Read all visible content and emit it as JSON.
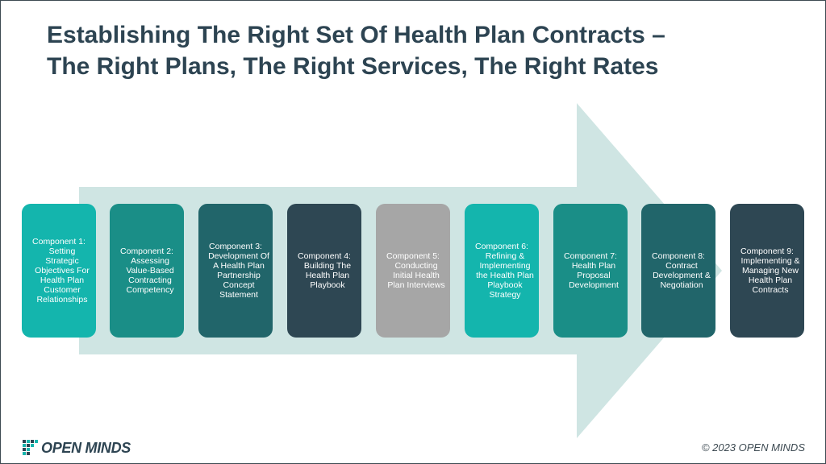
{
  "title": {
    "line1": "Establishing The Right Set Of Health Plan Contracts –",
    "line2": "The Right Plans, The Right Services, The Right Rates"
  },
  "colors": {
    "title": "#2d4452",
    "arrow": "#cfe5e3",
    "teal_light": "#14b5ad",
    "teal_mid": "#1a8e87",
    "teal_dark": "#21656a",
    "slate": "#2e4753",
    "gray": "#a6a6a6"
  },
  "components": [
    {
      "label": "Component 1:",
      "text": "Setting Strategic Objectives For Health Plan Customer Relationships",
      "color": "#14b5ad"
    },
    {
      "label": "Component 2:",
      "text": "Assessing Value-Based Contracting Competency",
      "color": "#1a8e87"
    },
    {
      "label": "Component 3:",
      "text": "Development Of A Health Plan Partnership Concept Statement",
      "color": "#21656a"
    },
    {
      "label": "Component 4:",
      "text": "Building The Health Plan Playbook",
      "color": "#2e4753"
    },
    {
      "label": "Component 5:",
      "text": "Conducting Initial Health Plan Interviews",
      "color": "#a6a6a6"
    },
    {
      "label": "Component 6:",
      "text": "Refining & Implementing the Health Plan Playbook Strategy",
      "color": "#14b5ad"
    },
    {
      "label": "Component 7:",
      "text": "Health Plan Proposal Development",
      "color": "#1a8e87"
    },
    {
      "label": "Component 8:",
      "text": "Contract Development & Negotiation",
      "color": "#21656a"
    },
    {
      "label": "Component 9:",
      "text": "Implementing & Managing New Health Plan Contracts",
      "color": "#2e4753"
    }
  ],
  "footer": {
    "logo": "OPEN MINDS",
    "copyright": "© 2023 OPEN MINDS"
  }
}
